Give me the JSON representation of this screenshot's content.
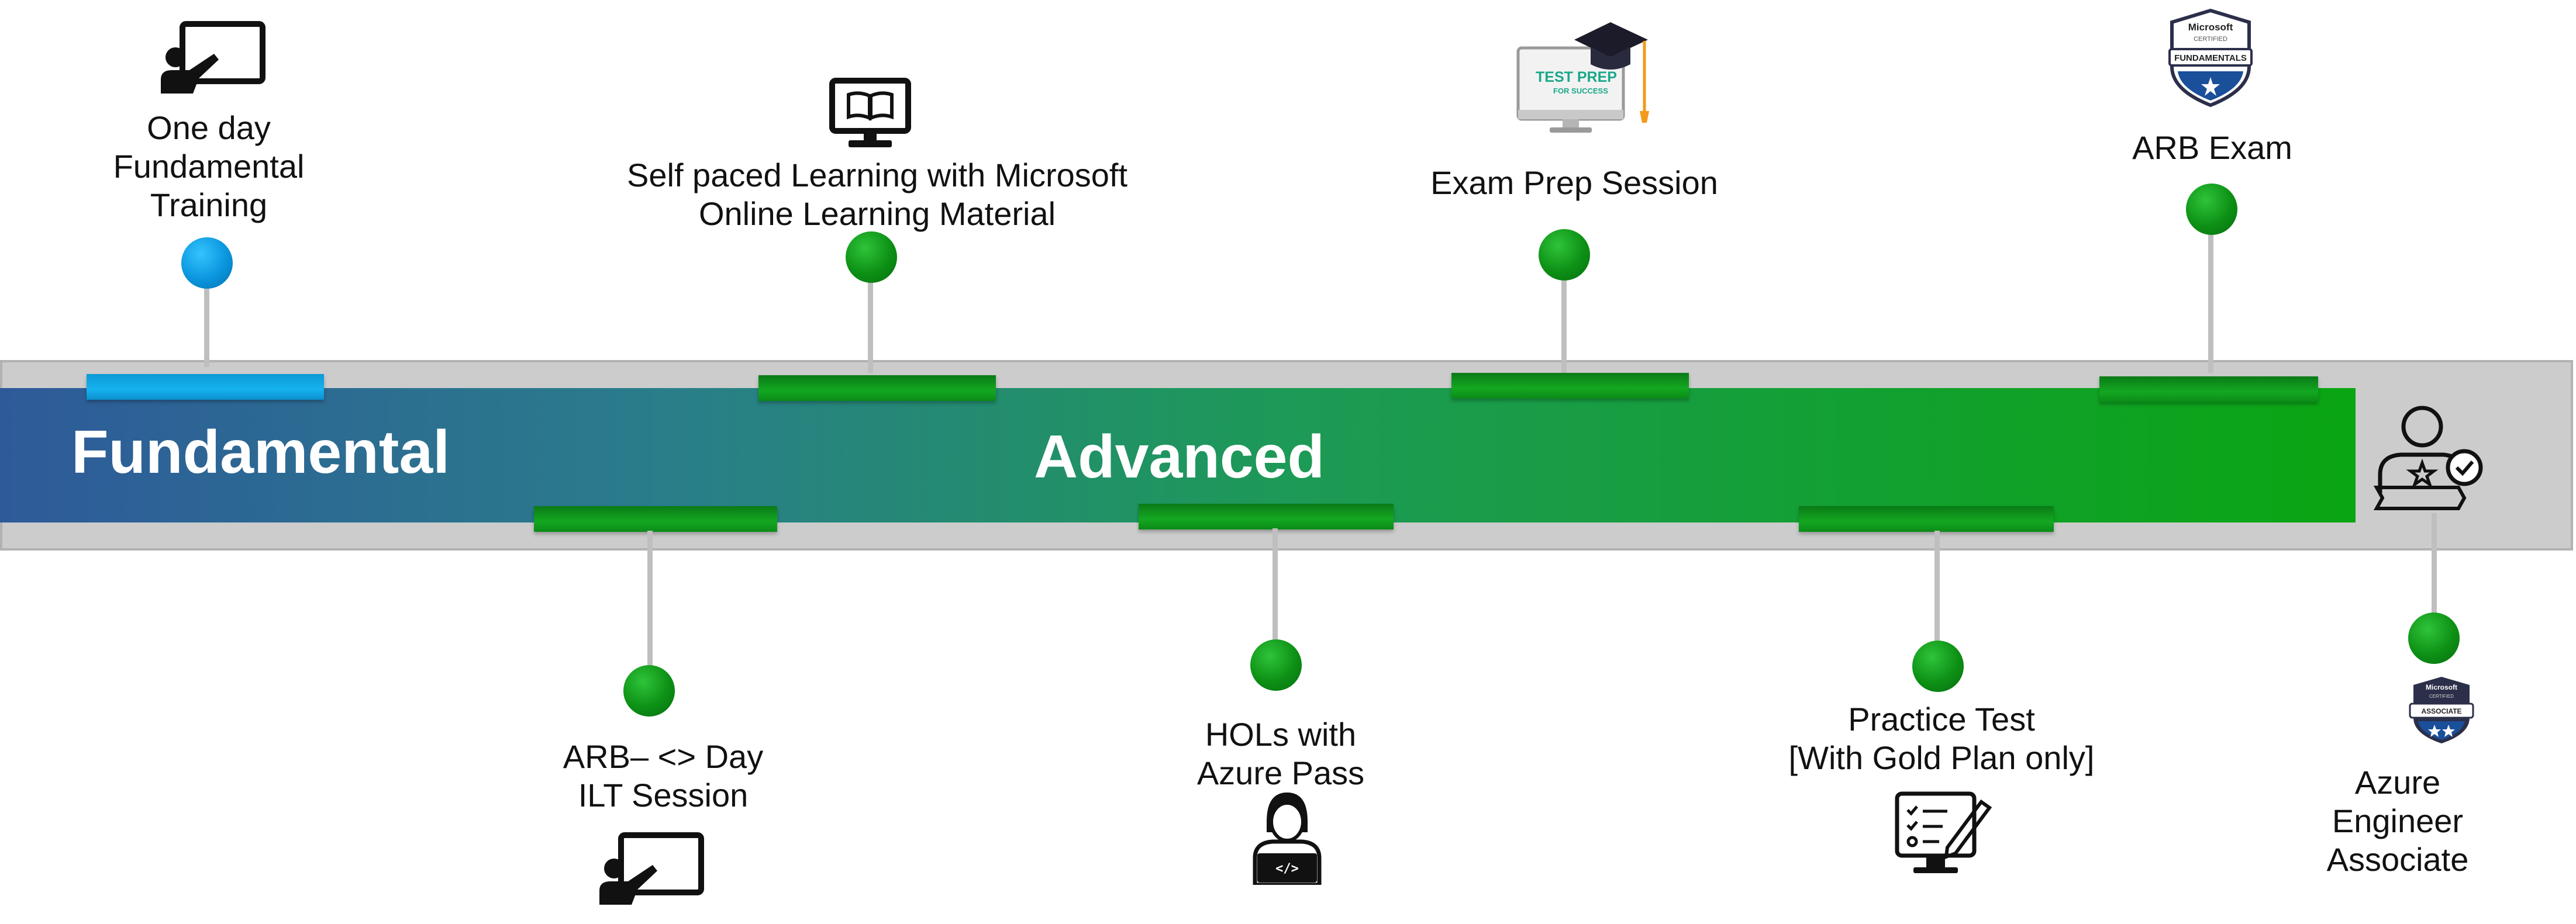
{
  "phases": {
    "fundamental": "Fundamental",
    "advanced": "Advanced"
  },
  "milestones": {
    "one_day_training": "One day\nFundamental\nTraining",
    "self_paced": "Self paced Learning with Microsoft\nOnline Learning Material",
    "exam_prep": "Exam Prep Session",
    "arb_exam": "ARB Exam",
    "arb_ilt": "ARB– <> Day\nILT Session",
    "hols": "HOLs with\nAzure Pass",
    "practice_test": "Practice Test\n[With Gold Plan only]",
    "azure_engineer": "Azure Engineer\nAssociate"
  },
  "icons": {
    "exam_prep_monitor_text": "TEST PREP",
    "exam_prep_monitor_subtext": "FOR SUCCESS",
    "badge_fundamentals_brand": "Microsoft",
    "badge_fundamentals_cert": "CERTIFIED",
    "badge_fundamentals_level": "FUNDAMENTALS",
    "badge_associate_brand": "Microsoft",
    "badge_associate_cert": "CERTIFIED",
    "badge_associate_level": "ASSOCIATE"
  },
  "colors": {
    "track": "#cccccc",
    "band_start": "#2e5a9a",
    "band_end": "#0aa512",
    "milestone_green": "#0d9015",
    "milestone_blue": "#0a95dd"
  }
}
